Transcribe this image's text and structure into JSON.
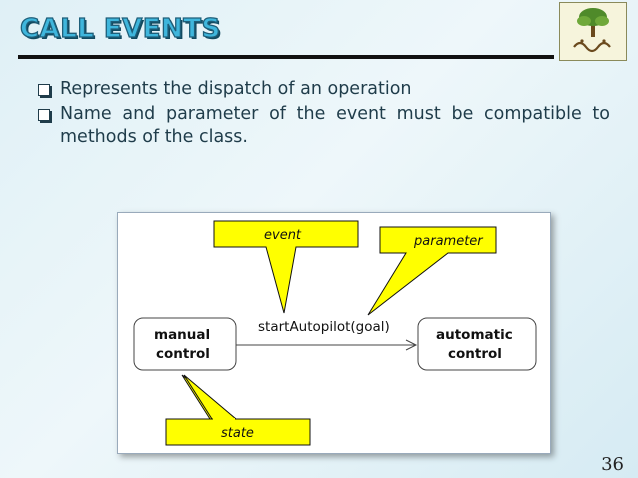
{
  "slide": {
    "title": "CALL EVENTS",
    "page_number": "36"
  },
  "bullets": [
    "Represents the dispatch of an operation",
    "Name and parameter of the event must be compatible to methods of the class."
  ],
  "diagram": {
    "callouts": {
      "event": "event",
      "parameter": "parameter",
      "state": "state"
    },
    "states": {
      "source_line1": "manual",
      "source_line2": "control",
      "target_line1": "automatic",
      "target_line2": "control"
    },
    "transition_label": "startAutopilot(goal)"
  },
  "colors": {
    "callout_fill": "#ffff00",
    "title_fill": "#3fb6dc"
  }
}
